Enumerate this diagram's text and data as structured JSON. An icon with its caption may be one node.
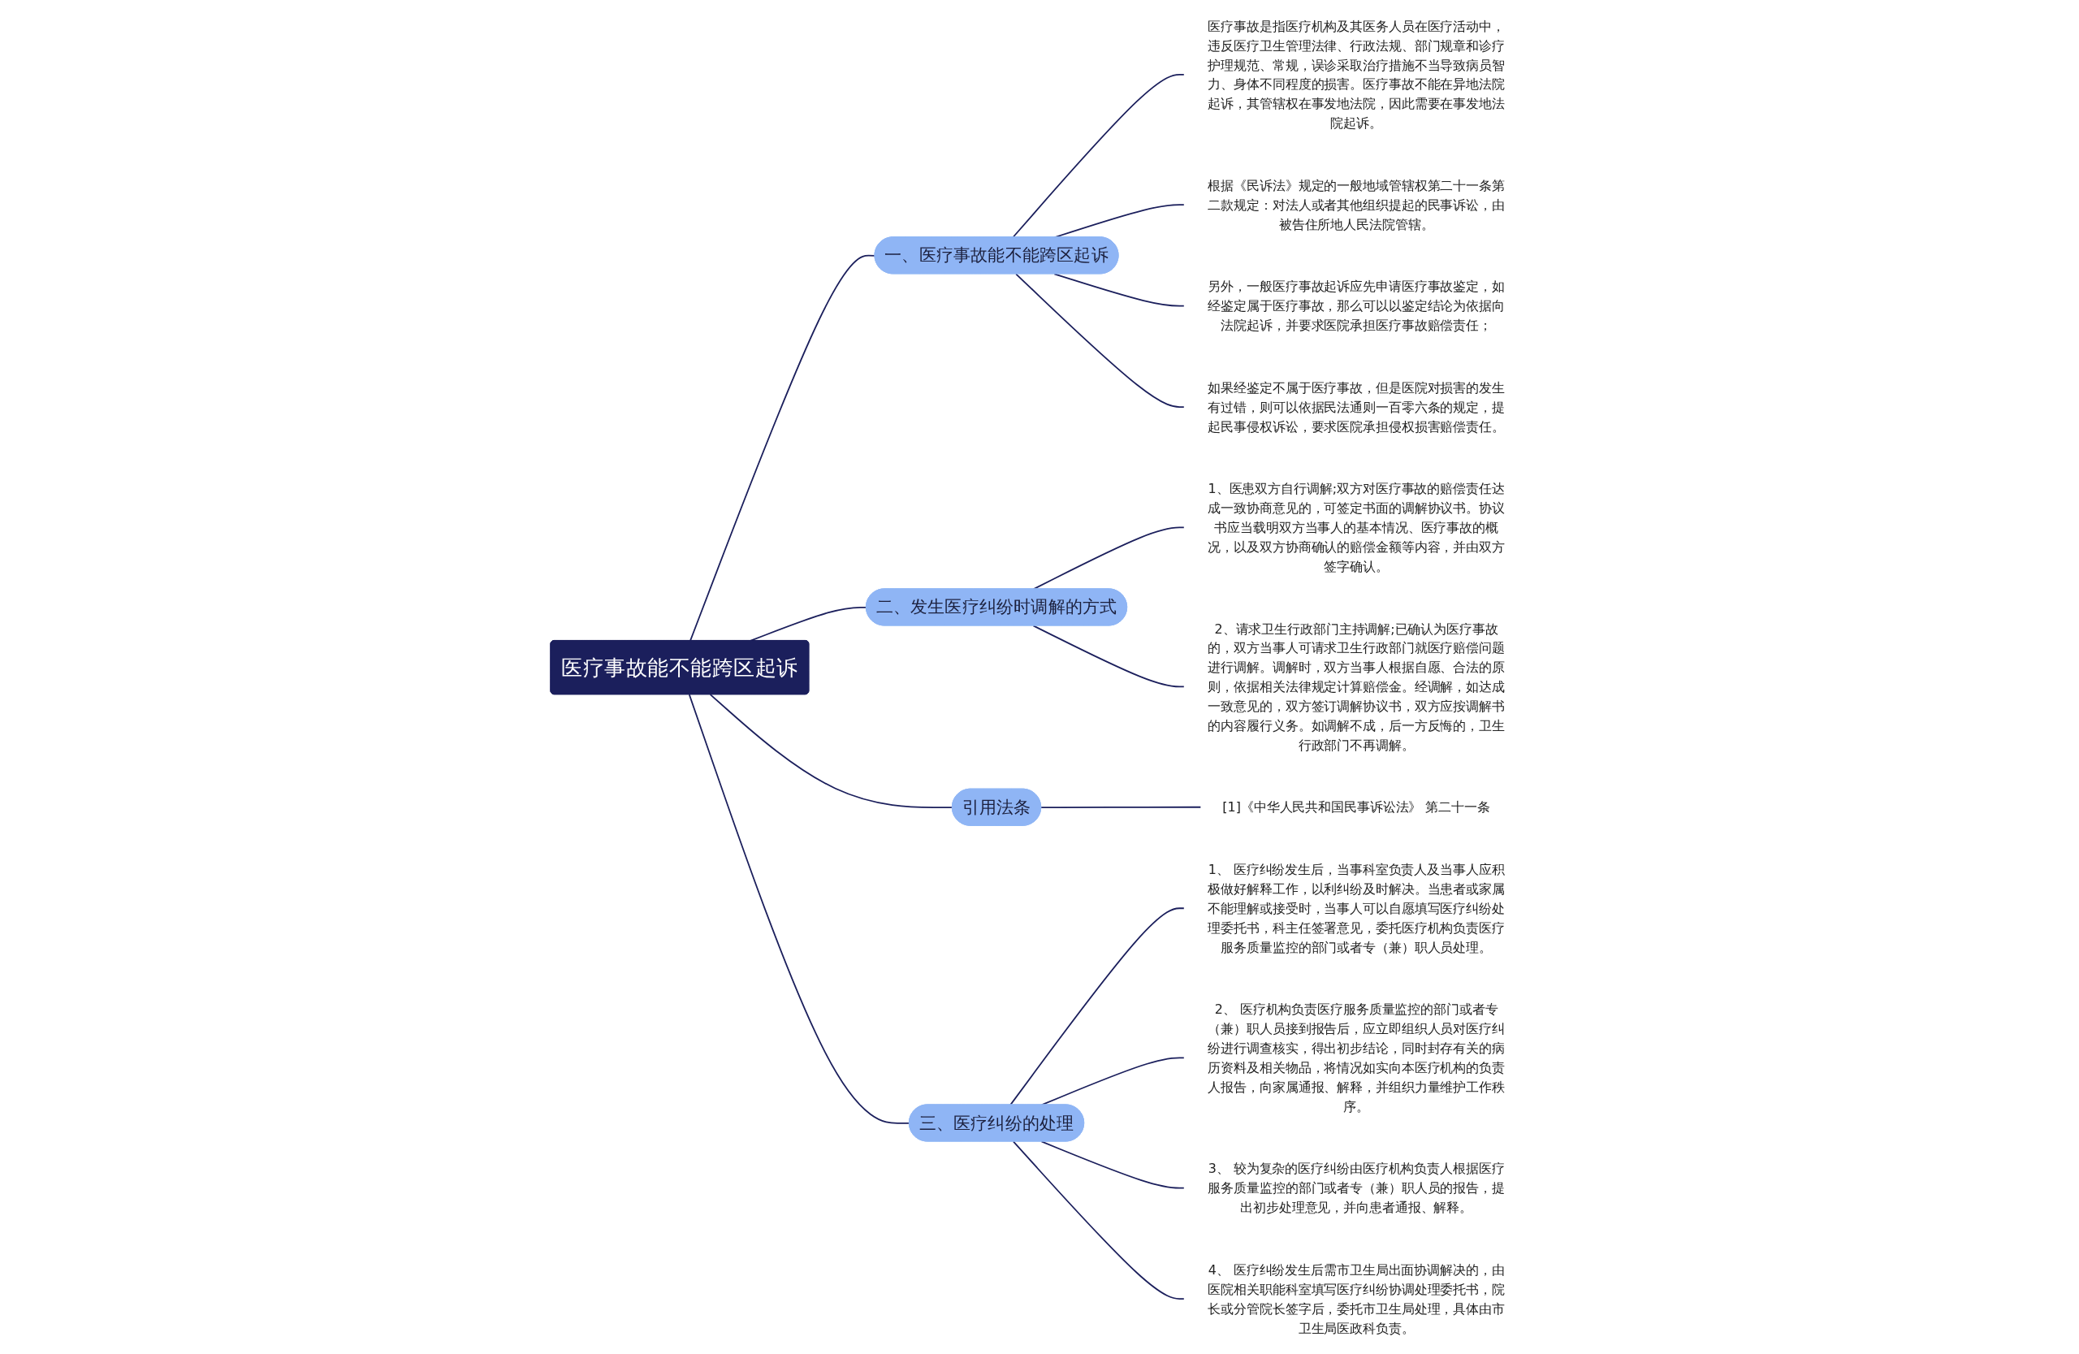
{
  "diagram": {
    "nodes": [
      {
        "text": [
          "医疗事故能不能跨区起诉"
        ]
      },
      {
        "text": [
          "一、医疗事故能不能跨区起诉"
        ]
      },
      {
        "text": [
          "医疗事故是指医疗机构及其医务人员在医疗活动中，违反医疗卫生管理法律、行政法规、部门规章和诊疗护理规范、常规，误诊采取治疗措施不当导致病员智力、身体不同程度的损害。医疗事故不能在异地法院起诉，其管辖权在事发地法院，因此需要在事发地法院起诉。"
        ]
      },
      {
        "text": [
          "根据《民诉法》规定的一般地域管辖权第二十一条第二款规定：对法人或者其他组织提起的民事诉讼，由被告住所地人民法院管辖。"
        ]
      },
      {
        "text": [
          "另外，一般医疗事故起诉应先申请医疗事故鉴定，如经鉴定属于医疗事故，那么可以以鉴定结论为依据向法院起诉，并要求医院承担医疗事故赔偿责任；"
        ]
      },
      {
        "text": [
          "如果经鉴定不属于医疗事故，但是医院对损害的发生有过错，则可以依据民法通则一百零六条的规定，提起民事侵权诉讼，要求医院承担侵权损害赔偿责任。"
        ]
      },
      {
        "text": [
          "二、发生医疗纠纷时调解的方式"
        ]
      },
      {
        "text": [
          "1、医患双方自行调解;双方对医疗事故的赔偿责任达成一致协商意见的，可签定书面的调解协议书。协议书应当载明双方当事人的基本情况、医疗事故的概况，以及双方协商确认的赔偿金额等内容，并由双方签字确认。"
        ]
      },
      {
        "text": [
          "2、请求卫生行政部门主持调解;已确认为医疗事故的，双方当事人可请求卫生行政部门就医疗赔偿问题进行调解。调解时，双方当事人根据自愿、合法的原则，依据相关法律规定计算赔偿金。经调解，如达成一致意见的，双方签订调解协议书，双方应按调解书的内容履行义务。如调解不成，后一方反悔的，卫生行政部门不再调解。"
        ]
      },
      {
        "text": [
          "引用法条"
        ]
      },
      {
        "text": [
          "[1]《中华人民共和国民事诉讼法》 第二十一条"
        ]
      },
      {
        "text": [
          "三、医疗纠纷的处理"
        ]
      },
      {
        "text": [
          "1、 医疗纠纷发生后，当事科室负责人及当事人应积极做好解释工作，以利纠纷及时解决。当患者或家属不能理解或接受时，当事人可以自愿填写医疗纠纷处理委托书，科主任签署意见，委托医疗机构负责医疗服务质量监控的部门或者专（兼）职人员处理。"
        ]
      },
      {
        "text": [
          "2、 医疗机构负责医疗服务质量监控的部门或者专（兼）职人员接到报告后，应立即组织人员对医疗纠纷进行调查核实，得出初步结论，同时封存有关的病历资料及相关物品，将情况如实向本医疗机构的负责人报告，向家属通报、解释，并组织力量维护工作秩序。"
        ]
      },
      {
        "text": [
          "3、 较为复杂的医疗纠纷由医疗机构负责人根据医疗服务质量监控的部门或者专（兼）职人员的报告，提出初步处理意见，并向患者通报、解释。"
        ]
      },
      {
        "text": [
          "4、 医疗纠纷发生后需市卫生局出面协调解决的，由医院相关职能科室填写医疗纠纷协调处理委托书，院长或分管院长签字后，委托市卫生局处理，具体由市卫生局医政科负责。"
        ]
      }
    ],
    "edges": [
      {
        "from": 0,
        "to": 1,
        "arrow": "none"
      },
      {
        "from": 1,
        "to": 2,
        "arrow": "none"
      },
      {
        "from": 1,
        "to": 3,
        "arrow": "none"
      },
      {
        "from": 1,
        "to": 4,
        "arrow": "none"
      },
      {
        "from": 1,
        "to": 5,
        "arrow": "none"
      },
      {
        "from": 0,
        "to": 6,
        "arrow": "none"
      },
      {
        "from": 6,
        "to": 7,
        "arrow": "none"
      },
      {
        "from": 6,
        "to": 8,
        "arrow": "none"
      },
      {
        "from": 0,
        "to": 9,
        "arrow": "none"
      },
      {
        "from": 9,
        "to": 10,
        "arrow": "none"
      },
      {
        "from": 0,
        "to": 11,
        "arrow": "none"
      },
      {
        "from": 11,
        "to": 12,
        "arrow": "none"
      },
      {
        "from": 11,
        "to": 13,
        "arrow": "none"
      },
      {
        "from": 11,
        "to": 14,
        "arrow": "none"
      },
      {
        "from": 11,
        "to": 15,
        "arrow": "none"
      }
    ]
  }
}
